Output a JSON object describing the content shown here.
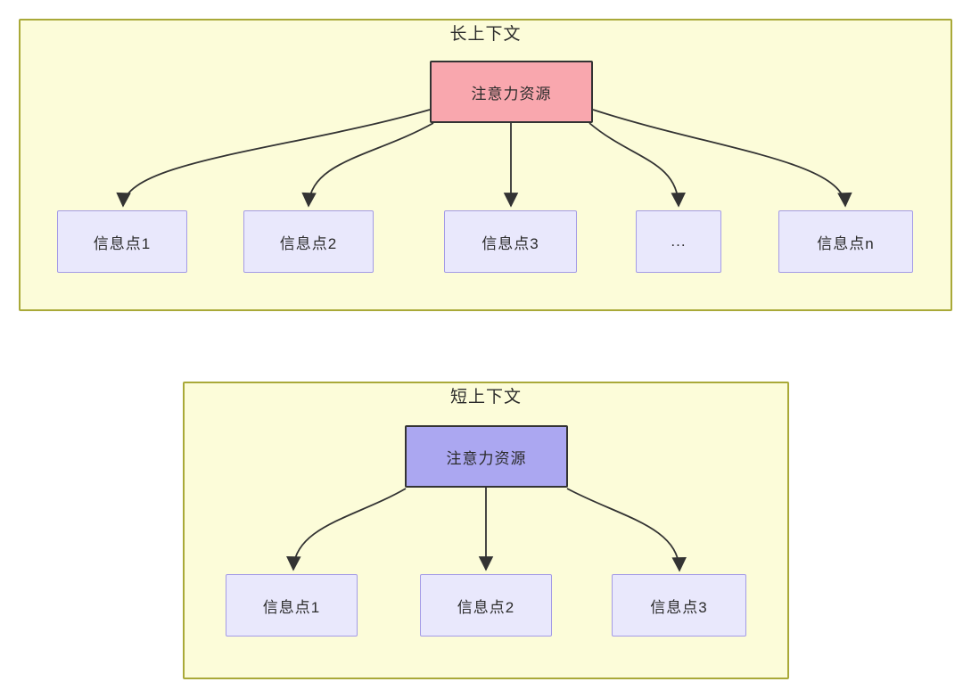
{
  "diagram": {
    "long_context": {
      "title": "长上下文",
      "attention": "注意力资源",
      "info_points": [
        "信息点1",
        "信息点2",
        "信息点3",
        "...",
        "信息点n"
      ]
    },
    "short_context": {
      "title": "短上下文",
      "attention": "注意力资源",
      "info_points": [
        "信息点1",
        "信息点2",
        "信息点3"
      ]
    }
  },
  "colors": {
    "panel-fill": "#FCFCD9",
    "panel-border": "#A9A938",
    "attention-long-fill": "#F9A7AE",
    "attention-short-fill": "#ABA7F1",
    "attention-border": "#333333",
    "info-fill": "#E9E8FC",
    "info-border": "#A49BE6",
    "line": "#333333",
    "text": "#2B2B2B"
  }
}
